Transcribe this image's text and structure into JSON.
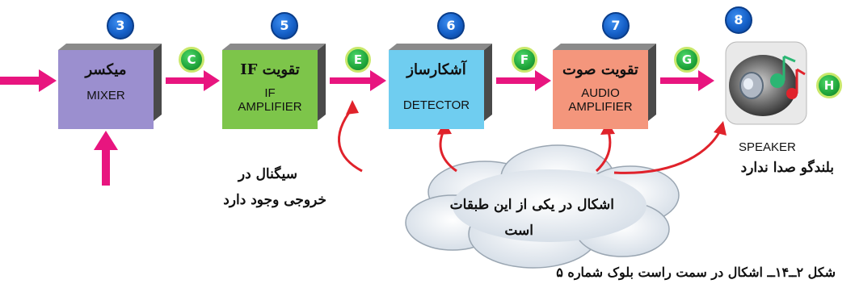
{
  "blocks": [
    {
      "id": "mixer",
      "number": "3",
      "title_fa": "میکسر",
      "title_en": "MIXER",
      "color": "#9b8fcf"
    },
    {
      "id": "if-amplifier",
      "number": "5",
      "title_fa": "تقویت IF",
      "title_en_1": "IF",
      "title_en_2": "AMPLIFIER",
      "color": "#7dc54a"
    },
    {
      "id": "detector",
      "number": "6",
      "title_fa": "آشکارساز",
      "title_en": "DETECTOR",
      "color": "#6fcdf0"
    },
    {
      "id": "audio-amplifier",
      "number": "7",
      "title_fa": "تقویت صوت",
      "title_en_1": "AUDIO",
      "title_en_2": "AMPLIFIER",
      "color": "#f4967c"
    }
  ],
  "speaker": {
    "number": "8",
    "label_en": "SPEAKER",
    "label_fa": "بلندگو صدا ندارد"
  },
  "test_points": [
    "C",
    "E",
    "F",
    "G",
    "H"
  ],
  "annotations": {
    "signal_line1": "سیگنال در",
    "signal_line2": "خروجی وجود دارد",
    "cloud_line1": "اشکال در یکی از این طبقات",
    "cloud_line2": "است"
  },
  "caption": "شکل ۲ــ۱۴ــ اشکال در سمت راست بلوک شماره ۵",
  "colors": {
    "arrow": "#e8157f",
    "red_arrow": "#e0222b",
    "block_side": "#4a4a4a"
  }
}
